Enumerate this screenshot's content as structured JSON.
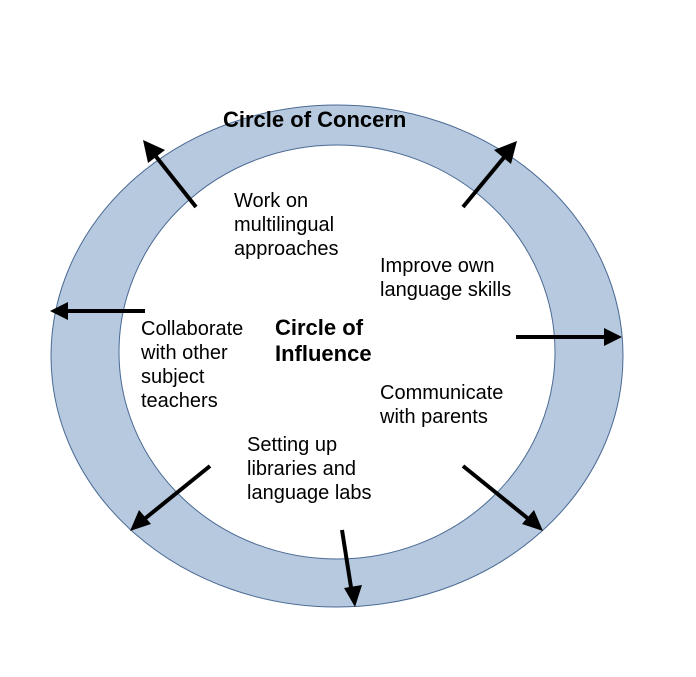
{
  "colors": {
    "ring_fill": "#b7c9de",
    "ring_stroke": "#4a6a95",
    "inner_fill": "#ffffff",
    "arrow": "#000000"
  },
  "outer_label": "Circle of Concern",
  "inner_label": [
    "Circle of",
    "Influence"
  ],
  "actions": [
    {
      "lines": [
        "Work on",
        "multilingual",
        "approaches"
      ]
    },
    {
      "lines": [
        "Improve own",
        "language skills"
      ]
    },
    {
      "lines": [
        "Collaborate",
        "with other",
        "subject",
        "teachers"
      ]
    },
    {
      "lines": [
        "Communicate",
        "with parents"
      ]
    },
    {
      "lines": [
        "Setting up",
        "libraries and",
        "language labs"
      ]
    }
  ]
}
